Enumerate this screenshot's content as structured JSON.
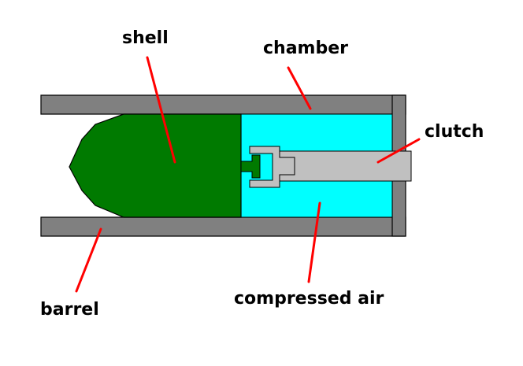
{
  "labels": {
    "shell": "shell",
    "chamber": "chamber",
    "clutch": "clutch",
    "barrel": "barrel",
    "compressed_air": "compressed air"
  },
  "colors": {
    "barrel_wall": "#808080",
    "outline": "#000000",
    "shell_fill": "#007a00",
    "air_fill": "#00ffff",
    "clutch_fill": "#c0c0c0",
    "leader_line": "#ff0000",
    "background": "#ffffff"
  }
}
